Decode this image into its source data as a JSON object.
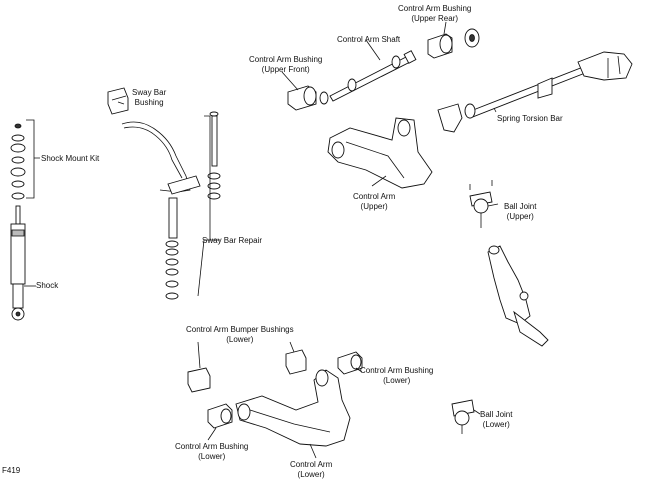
{
  "figure_id": "F419",
  "labels": {
    "bushing_upper_rear": [
      "Control Arm Bushing",
      "(Upper Rear)"
    ],
    "arm_shaft": [
      "Control Arm Shaft"
    ],
    "bushing_upper_front": [
      "Control Arm Bushing",
      "(Upper Front)"
    ],
    "sway_bar_bushing": [
      "Sway Bar",
      "Bushing"
    ],
    "shock_mount_kit": [
      "Shock Mount Kit"
    ],
    "spring_torsion_bar": [
      "Spring Torsion Bar"
    ],
    "arm_upper": [
      "Control Arm",
      "(Upper)"
    ],
    "ball_joint_upper": [
      "Ball Joint",
      "(Upper)"
    ],
    "sway_bar_repair": [
      "Sway Bar Repair"
    ],
    "shock": [
      "Shock"
    ],
    "bumper_bushings_lower": [
      "Control Arm Bumper Bushings",
      "(Lower)"
    ],
    "bushing_lower_right": [
      "Control Arm Bushing",
      "(Lower)"
    ],
    "ball_joint_lower": [
      "Ball Joint",
      "(Lower)"
    ],
    "bushing_lower_left": [
      "Control Arm Bushing",
      "(Lower)"
    ],
    "arm_lower": [
      "Control Arm",
      "(Lower)"
    ]
  }
}
